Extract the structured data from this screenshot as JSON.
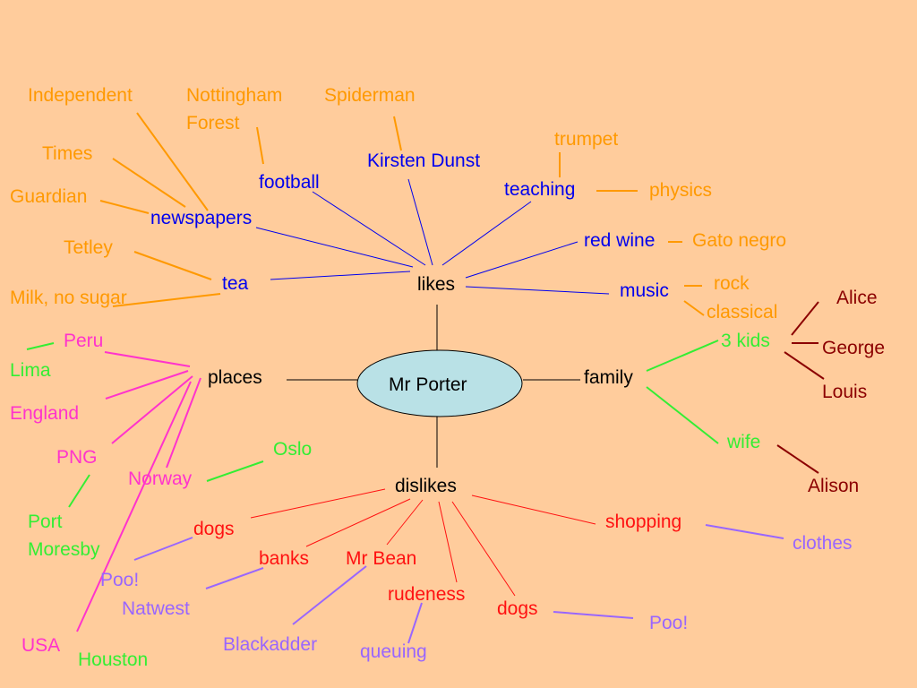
{
  "center": "Mr Porter",
  "branches": {
    "likes": "likes",
    "places": "places",
    "family": "family",
    "dislikes": "dislikes"
  },
  "likes": {
    "newspapers": {
      "label": "newspapers",
      "items": [
        "Independent",
        "Times",
        "Guardian"
      ]
    },
    "football": {
      "label": "football",
      "items": [
        "Nottingham",
        "Forest"
      ]
    },
    "kirsten": {
      "label": "Kirsten Dunst",
      "items": [
        "Spiderman"
      ]
    },
    "teaching": {
      "label": "teaching",
      "items": [
        "trumpet",
        "physics"
      ]
    },
    "red_wine": {
      "label": "red wine",
      "items": [
        "Gato negro"
      ]
    },
    "music": {
      "label": "music",
      "items": [
        "rock",
        "classical"
      ]
    },
    "tea": {
      "label": "tea",
      "items": [
        "Tetley",
        "Milk, no sugar"
      ]
    }
  },
  "places": {
    "countries": [
      "Peru",
      "England",
      "PNG",
      "Norway",
      "USA"
    ],
    "cities": [
      "Lima",
      "Port",
      "Moresby",
      "Oslo",
      "Houston"
    ]
  },
  "family": {
    "kids": {
      "label": "3 kids",
      "names": [
        "Alice",
        "George",
        "Louis"
      ]
    },
    "wife": {
      "label": "wife",
      "names": [
        "Alison"
      ]
    }
  },
  "dislikes": {
    "items": [
      "dogs",
      "banks",
      "Mr Bean",
      "rudeness",
      "dogs",
      "shopping"
    ],
    "details": [
      "Poo!",
      "Natwest",
      "Blackadder",
      "queuing",
      "Poo!",
      "clothes"
    ]
  },
  "colors": {
    "background": "#ffcc9c",
    "likes_items": "#0000ee",
    "sub_items": "#ff9900",
    "places": "#ff33cc",
    "cities": "#33ee33",
    "dislikes": "#ff1111",
    "dislike_details": "#9966ff",
    "family_names": "#8b0000",
    "center_fill": "#b9e1e6"
  }
}
